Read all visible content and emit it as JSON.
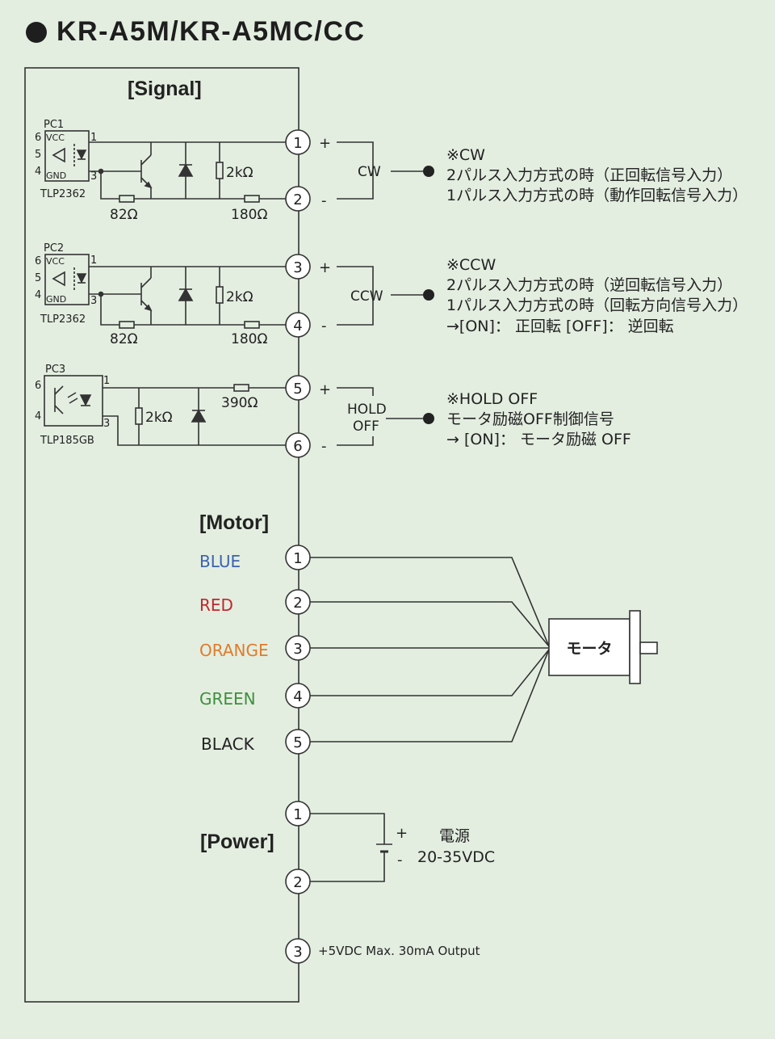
{
  "title": "KR-A5M/KR-A5MC/CC",
  "sections": {
    "signal": "[Signal]",
    "motor": "[Motor]",
    "power": "[Power]"
  },
  "signal": {
    "pc1": {
      "ref": "PC1",
      "part": "TLP2362",
      "vcc": "VCC",
      "gnd": "GND",
      "pin6": "6",
      "pin5": "5",
      "pin4": "4",
      "pin1": "1",
      "pin3": "3"
    },
    "pc2": {
      "ref": "PC2",
      "part": "TLP2362",
      "vcc": "VCC",
      "gnd": "GND",
      "pin6": "6",
      "pin5": "5",
      "pin4": "4",
      "pin1": "1",
      "pin3": "3"
    },
    "pc3": {
      "ref": "PC3",
      "part": "TLP185GB",
      "pin6": "6",
      "pin4": "4",
      "pin1": "1",
      "pin3": "3"
    },
    "res_82a": "82Ω",
    "res_180a": "180Ω",
    "res_2k_a": "2kΩ",
    "res_82b": "82Ω",
    "res_180b": "180Ω",
    "res_2k_b": "2kΩ",
    "res_2k_c": "2kΩ",
    "res_390": "390Ω",
    "pins": [
      "1",
      "2",
      "3",
      "4",
      "5",
      "6"
    ],
    "plus": "+",
    "minus": "-",
    "cw": {
      "label": "CW",
      "heading": "※CW",
      "line1": "2パルス入力方式の時（正回転信号入力）",
      "line2": "1パルス入力方式の時（動作回転信号入力）"
    },
    "ccw": {
      "label": "CCW",
      "heading": "※CCW",
      "line1": "2パルス入力方式の時（逆回転信号入力）",
      "line2": "1パルス入力方式の時（回転方向信号入力）",
      "line3": "→[ON]： 正回転 [OFF]： 逆回転"
    },
    "hold": {
      "label1": "HOLD",
      "label2": "OFF",
      "heading": "※HOLD OFF",
      "line1": "モータ励磁OFF制御信号",
      "line2": "→ [ON]： モータ励磁 OFF"
    }
  },
  "motor": {
    "pins": [
      "1",
      "2",
      "3",
      "4",
      "5"
    ],
    "wires": [
      {
        "name": "BLUE",
        "color": "#3b63b0"
      },
      {
        "name": "RED",
        "color": "#c0262d"
      },
      {
        "name": "ORANGE",
        "color": "#e07b2c"
      },
      {
        "name": "GREEN",
        "color": "#3f8f3d"
      },
      {
        "name": "BLACK",
        "color": "#222222"
      }
    ],
    "label": "モータ"
  },
  "power": {
    "pins": [
      "1",
      "2",
      "3"
    ],
    "plus": "+",
    "minus": "-",
    "label": "電源",
    "voltage": "20-35VDC",
    "output": "+5VDC Max. 30mA Output"
  }
}
